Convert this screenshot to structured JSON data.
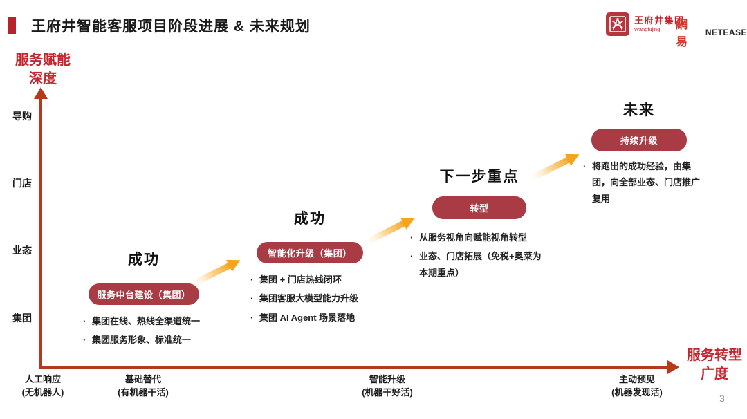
{
  "header": {
    "title": "王府井智能客服项目阶段进展 & 未来规划"
  },
  "logos": {
    "wangfujing": {
      "name": "王府井集团",
      "sub": "Wangfujing"
    },
    "netease": {
      "cn": "網易",
      "en": "NETEASE"
    }
  },
  "axes": {
    "y": {
      "title_line1": "服务赋能",
      "title_line2": "深度",
      "ticks": [
        "导购",
        "门店",
        "业态",
        "集团"
      ]
    },
    "x": {
      "title_line1": "服务转型",
      "title_line2": "广度",
      "ticks": [
        {
          "line1": "人工响应",
          "line2": "(无机器人)"
        },
        {
          "line1": "基础替代",
          "line2": "(有机器干活)"
        },
        {
          "line1": "智能升级",
          "line2": "(机器干好活)"
        },
        {
          "line1": "主动预见",
          "line2": "(机器发现活)"
        }
      ]
    }
  },
  "stages": [
    {
      "label": "成功",
      "pill": "服务中台建设（集团）",
      "bullets": [
        "集团在线、热线全渠道统一",
        "集团服务形象、标准统一"
      ]
    },
    {
      "label": "成功",
      "pill": "智能化升级（集团）",
      "bullets": [
        "集团 + 门店热线闭环",
        "集团客服大模型能力升级",
        "集团 AI Agent 场景落地"
      ]
    },
    {
      "label": "下一步重点",
      "pill": "转型",
      "bullets": [
        "从服务视角向赋能视角转型",
        "业态、门店拓展（免税+奥莱为本期重点）"
      ]
    },
    {
      "label": "未来",
      "pill": "持续升级",
      "bullets": [
        "将跑出的成功经验，由集团，向全部业态、门店推广复用"
      ]
    }
  ],
  "page_number": "3",
  "colors": {
    "accent_red": "#C5262E",
    "pill_red": "#A93B44",
    "axis_red": "#B5391D",
    "arrow_orange": "#F6A41C",
    "title_marker_red": "#B5242C"
  }
}
